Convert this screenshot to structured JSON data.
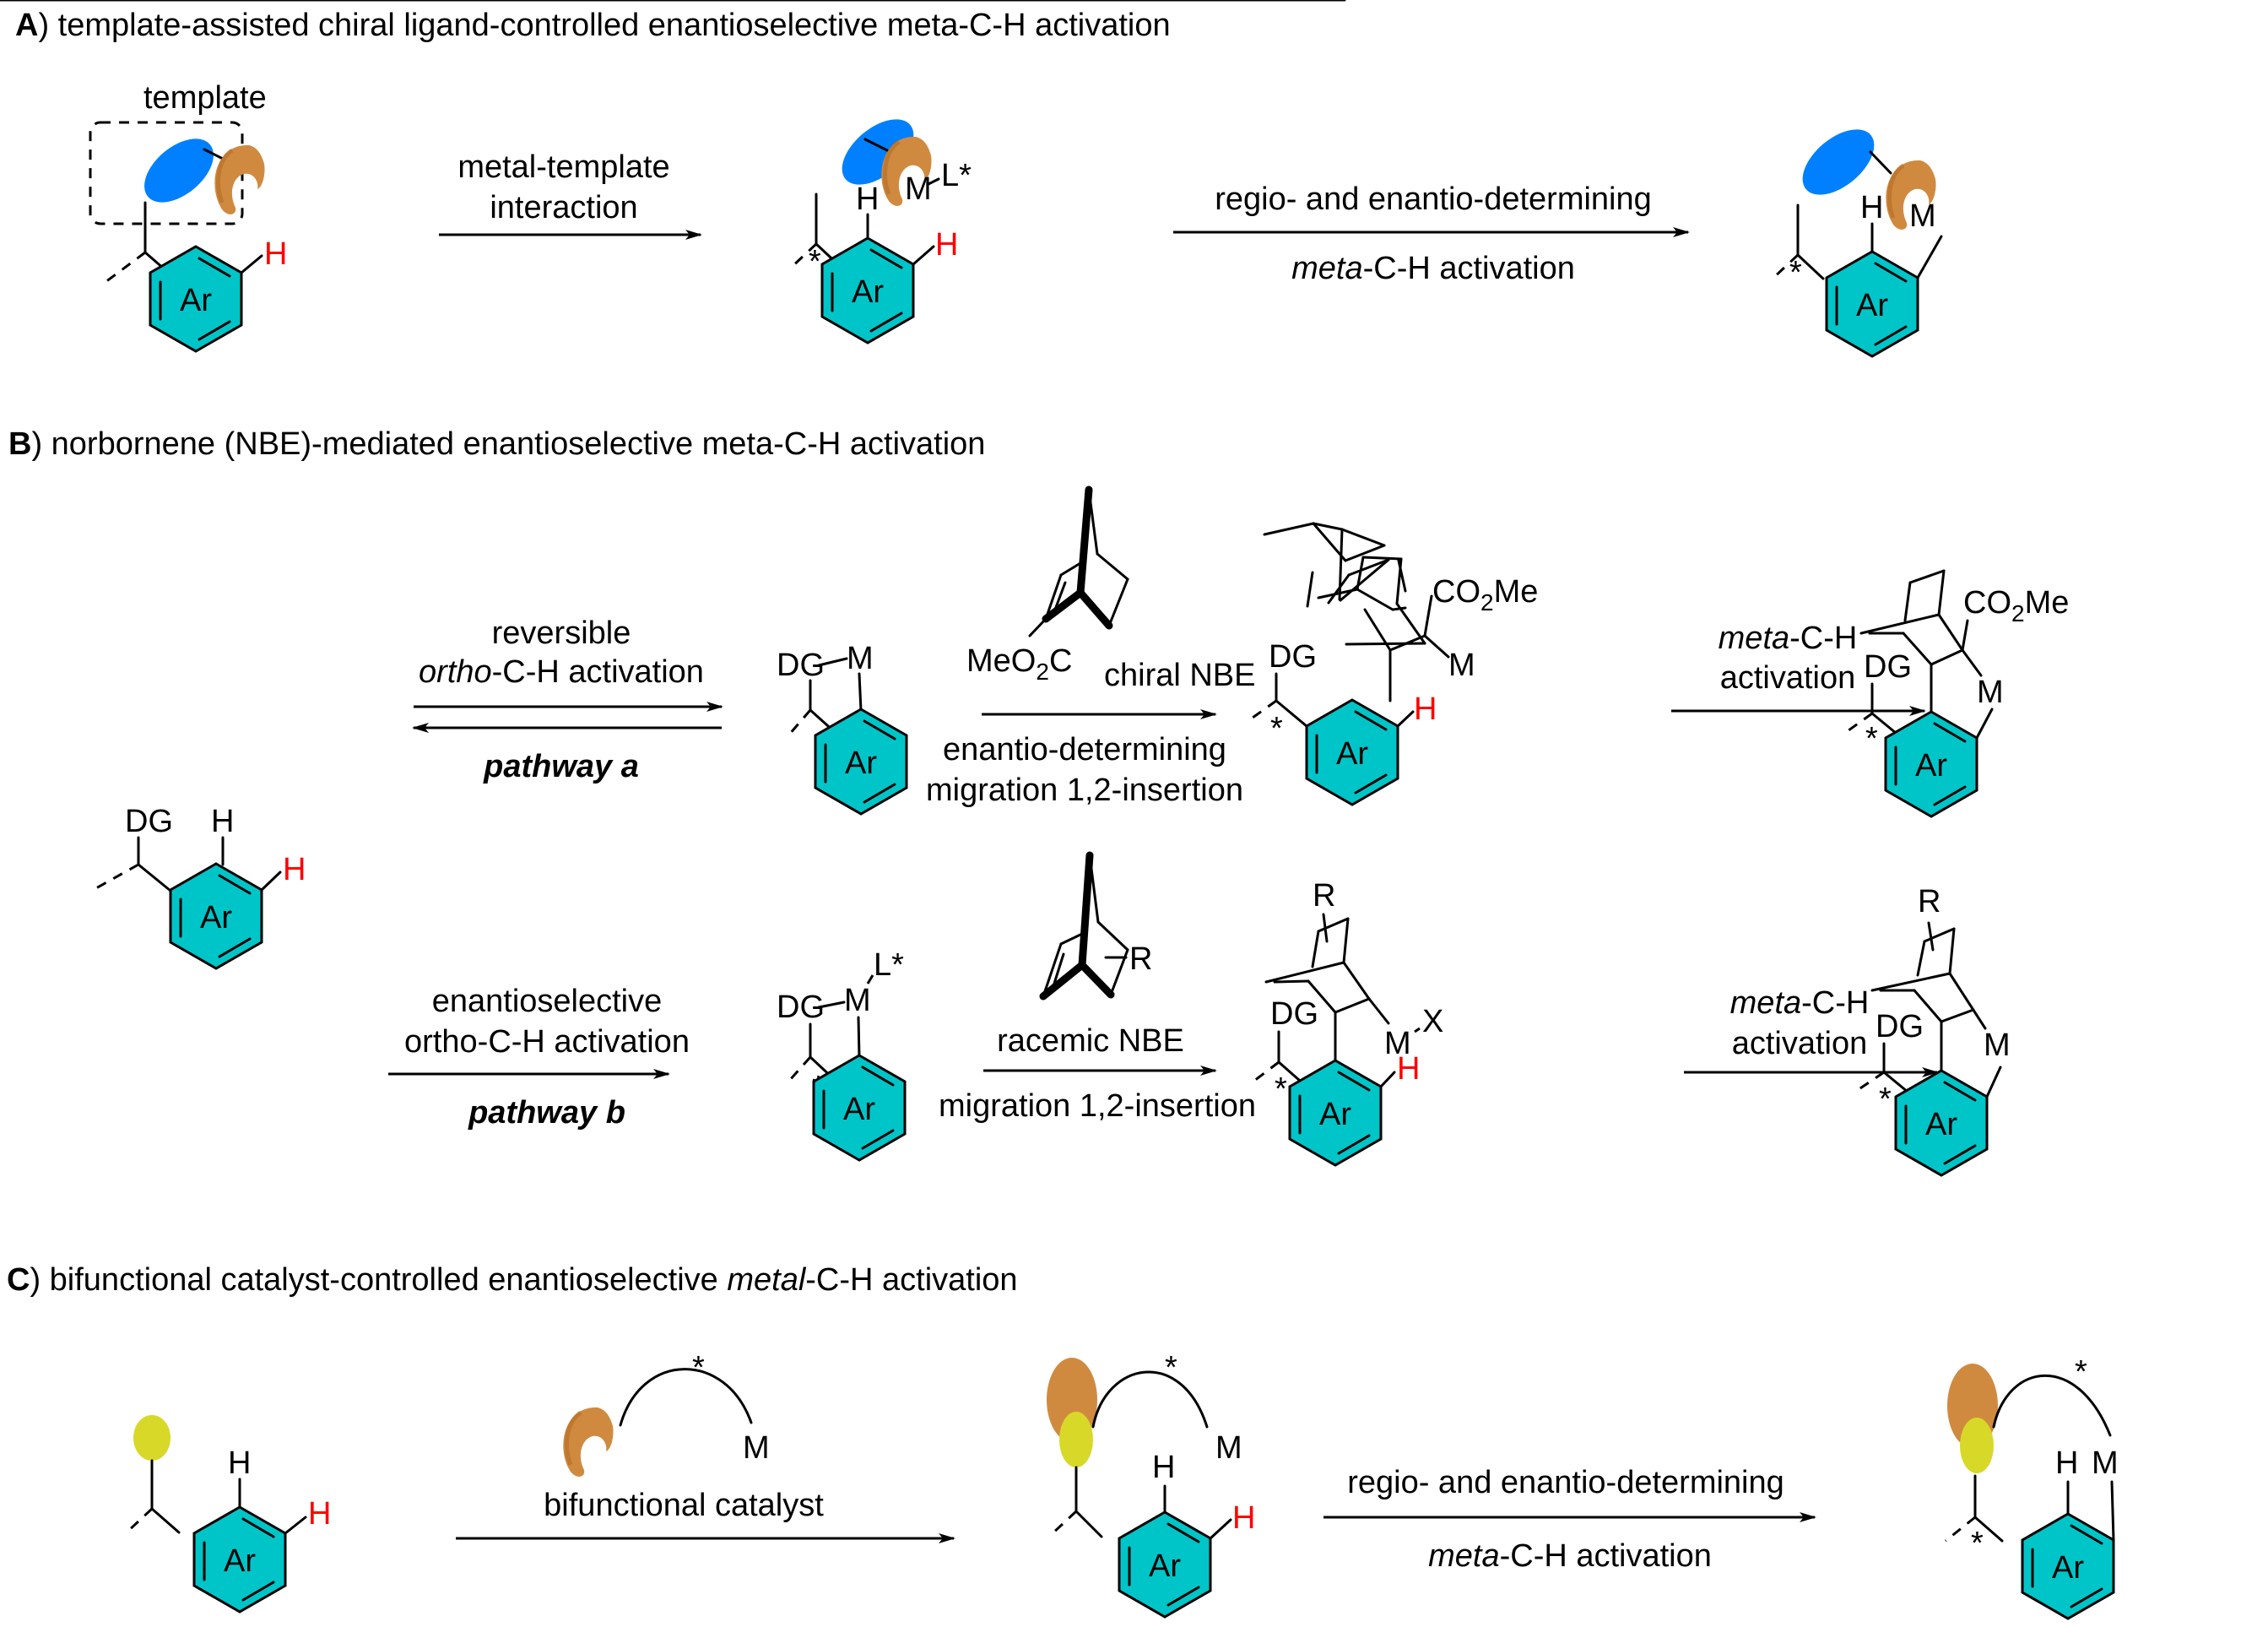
{
  "colors": {
    "aryl_fill": "#00C5C8",
    "template_blue": "#0080FF",
    "catalyst_orange": "#D08A40",
    "recognition_yellow": "#D8D828",
    "reactive_h": "#FF0000",
    "ink": "#000000"
  },
  "labels": {
    "ar": "Ar",
    "h": "H",
    "m": "M",
    "dg": "DG",
    "star": "*",
    "l_star": "L*",
    "x": "X",
    "r": "R",
    "co2me_a": "CO",
    "co2me_sub": "2",
    "co2me_b": "Me",
    "meo2c_a": "MeO",
    "meo2c_sub": "2",
    "meo2c_b": "C"
  },
  "panel_a": {
    "letter": "A",
    "title": ") template-assisted chiral ligand-controlled enantioselective meta-C-H activation",
    "template_label": "template",
    "arrow1": {
      "line1": "metal-template",
      "line2": "interaction"
    },
    "arrow2": {
      "line1": "regio- and enantio-determining",
      "line2_italic": "meta",
      "line2_rest": "-C-H activation"
    }
  },
  "panel_b": {
    "letter": "B",
    "title": ") norbornene (NBE)-mediated enantioselective meta-C-H activation",
    "path_a": {
      "arrow1": {
        "line1": "reversible",
        "line2_italic": "ortho",
        "line2_rest": "-C-H activation",
        "below": "pathway a"
      },
      "reagent_label": "chiral NBE",
      "arrow2": {
        "line1": "enantio-determining",
        "line2": "migration 1,2-insertion"
      },
      "arrow3": {
        "line1_italic": "meta",
        "line1_rest": "-C-H",
        "line2": "activation"
      }
    },
    "path_b": {
      "arrow1": {
        "line1": "enantioselective",
        "line2": "ortho-C-H activation",
        "below": "pathway b"
      },
      "reagent_label": "racemic NBE",
      "arrow2": {
        "line1": "migration 1,2-insertion"
      },
      "arrow3": {
        "line1_italic": "meta",
        "line1_rest": "-C-H",
        "line2": "activation"
      }
    }
  },
  "panel_c": {
    "letter": "C",
    "title_pre": ") bifunctional catalyst-controlled enantioselective ",
    "title_italic": "metal",
    "title_post": "-C-H activation",
    "arrow1": {
      "label": "bifunctional catalyst"
    },
    "arrow2": {
      "line1": "regio- and enantio-determining",
      "line2_italic": "meta",
      "line2_rest": "-C-H activation"
    }
  }
}
